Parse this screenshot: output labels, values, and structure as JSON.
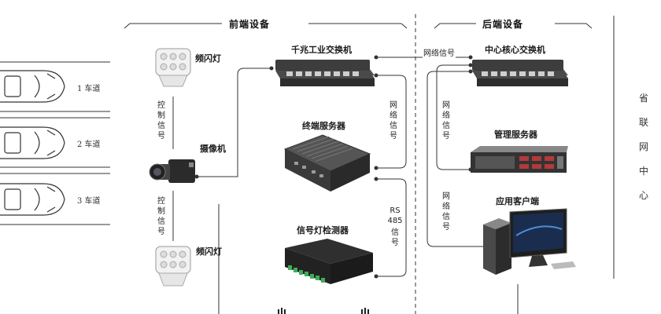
{
  "sections": {
    "front": "前端设备",
    "back": "后端设备",
    "province": "省联网中心"
  },
  "lanes": [
    "1 车道",
    "2 车道",
    "3 车道"
  ],
  "devices": {
    "flash_top": "频闪灯",
    "flash_bottom": "频闪灯",
    "camera": "摄像机",
    "gigabit_switch": "千兆工业交换机",
    "terminal_server": "终端服务器",
    "signal_detector": "信号灯检测器",
    "core_switch": "中心核心交换机",
    "mgmt_server": "管理服务器",
    "client": "应用客户端"
  },
  "links": {
    "control_top": "控制信号",
    "control_bottom": "控制信号",
    "network_h": "网络信号",
    "network_v1": "网络信号",
    "network_v2": "网络信号",
    "network_v3": "网络信号",
    "rs485_a": "RS",
    "rs485_b": "485",
    "rs485_c": "信号"
  }
}
